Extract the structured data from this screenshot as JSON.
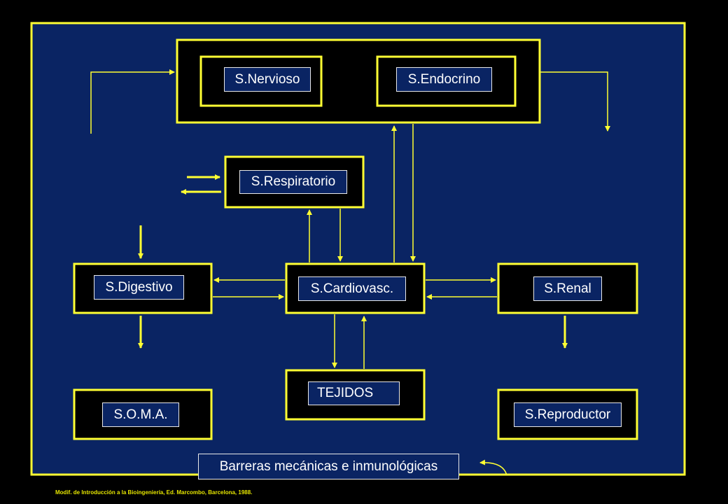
{
  "colors": {
    "background": "#000000",
    "panel": "#0a2463",
    "outline": "#ffff33",
    "label_border": "#e8e8e8",
    "label_text": "#ffffff"
  },
  "nodes": {
    "nervioso": "S.Nervioso",
    "endocrino": "S.Endocrino",
    "respiratorio": "S.Respiratorio",
    "digestivo": "S.Digestivo",
    "cardiovasc": "S.Cardiovasc.",
    "renal": "S.Renal",
    "tejidos": "TEJIDOS",
    "soma": "S.O.M.A.",
    "reproductor": "S.Reproductor",
    "barreras": "Barreras mecánicas e inmunológicas"
  },
  "caption": "Modif. de Introducción a la Bioingeniería,  Ed. Marcombo, Barcelona, 1988."
}
